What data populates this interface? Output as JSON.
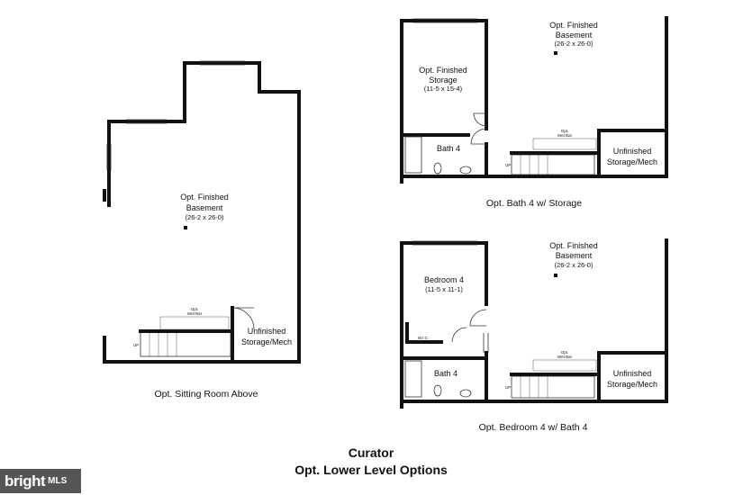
{
  "plans": {
    "left": {
      "room_label_1": "Opt. Finished",
      "room_label_2": "Basement",
      "room_dim": "(26-2 x 26-0)",
      "storage_1": "Unfinished",
      "storage_2": "Storage/Mech",
      "wetbar_1": "Opt.",
      "wetbar_2": "Wet Bar",
      "stair_tag": "UP",
      "caption": "Opt. Sitting Room Above"
    },
    "top_right": {
      "room_label_1": "Opt. Finished",
      "room_label_2": "Basement",
      "room_dim": "(26-2 x 26-0)",
      "storage_room_1": "Opt. Finished",
      "storage_room_2": "Storage",
      "storage_room_dim": "(11-5 x 15-4)",
      "bath": "Bath 4",
      "mech_1": "Unfinished",
      "mech_2": "Storage/Mech",
      "wetbar_1": "Opt.",
      "wetbar_2": "Wet Bar",
      "stair_tag": "UP",
      "caption": "Opt. Bath 4 w/ Storage"
    },
    "bottom_right": {
      "room_label_1": "Opt. Finished",
      "room_label_2": "Basement",
      "room_dim": "(26-2 x 26-0)",
      "bedroom": "Bedroom 4",
      "bedroom_dim": "(11-5 x 11-1)",
      "wic": "W.I.C.",
      "bath": "Bath 4",
      "mech_1": "Unfinished",
      "mech_2": "Storage/Mech",
      "wetbar_1": "Opt.",
      "wetbar_2": "Wet Bar",
      "stair_tag": "UP",
      "caption": "Opt. Bedroom 4 w/ Bath 4"
    }
  },
  "footer": {
    "model_name": "Curator",
    "subtitle": "Opt. Lower Level Options"
  },
  "watermark": {
    "logo": "bright",
    "mls": "MLS"
  }
}
